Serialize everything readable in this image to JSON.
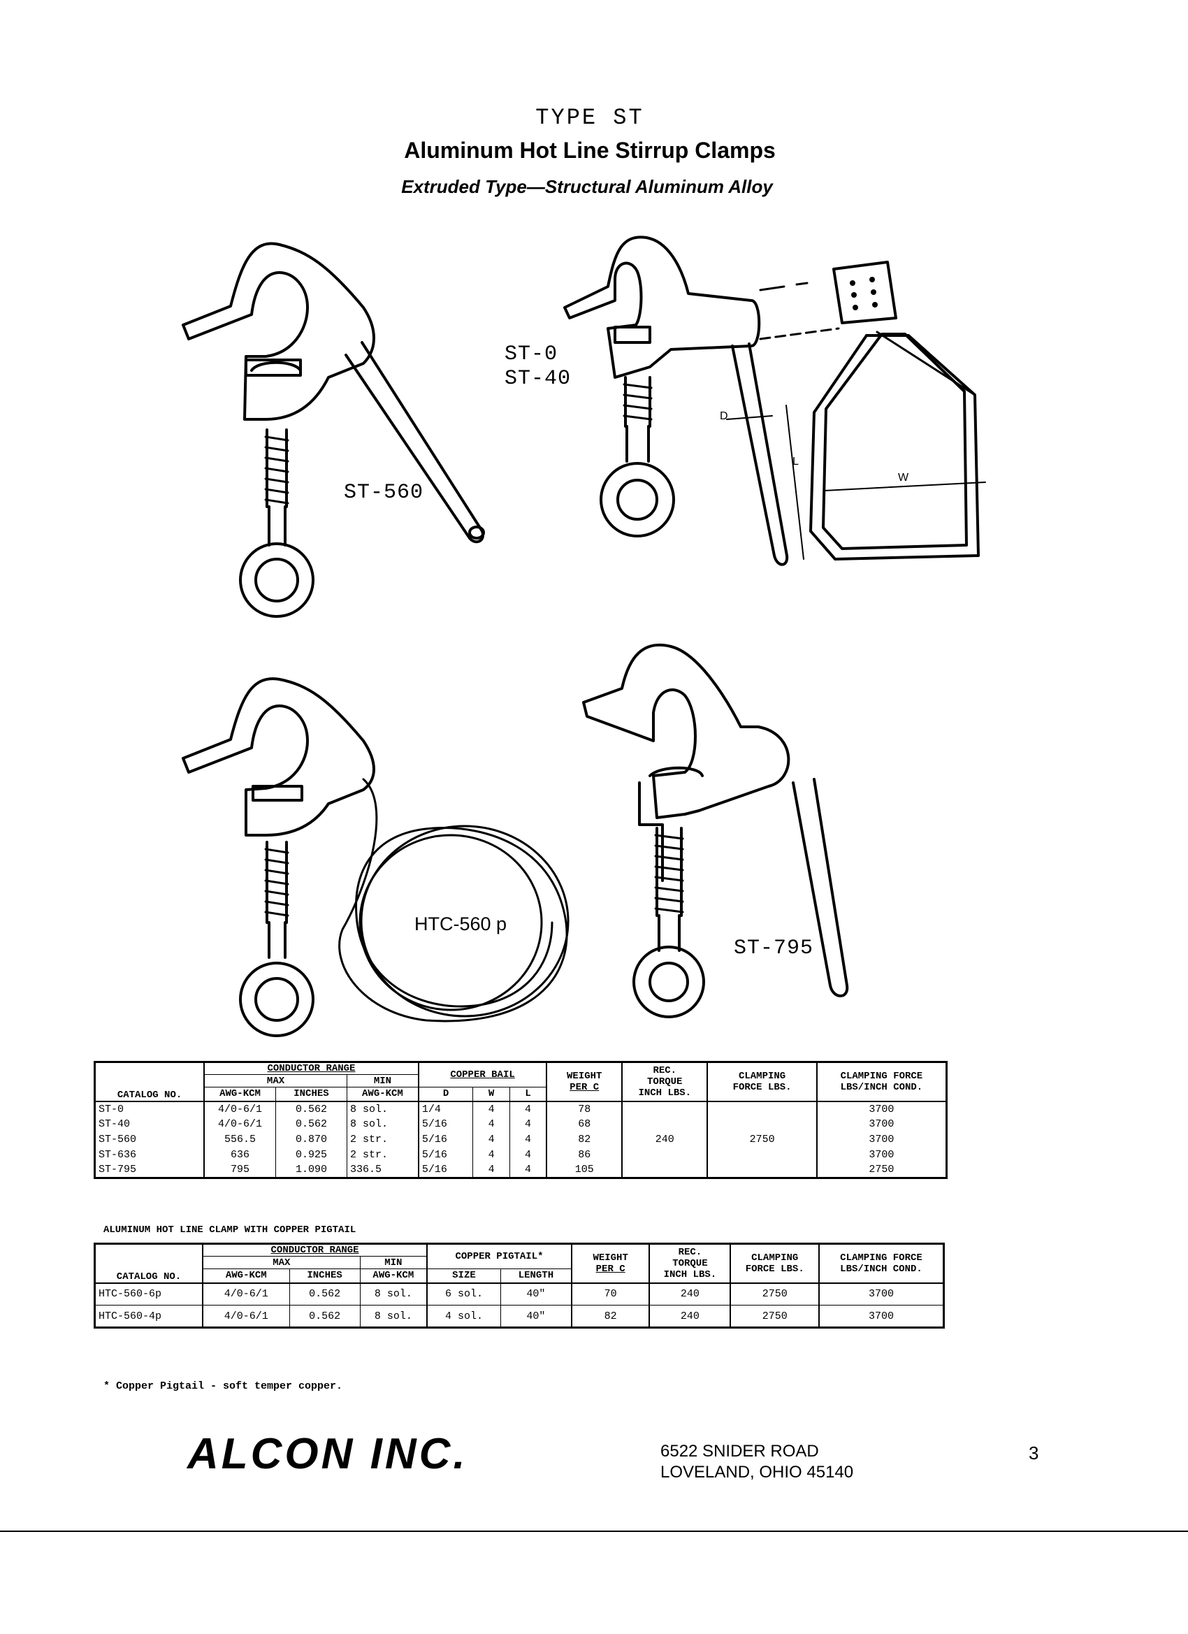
{
  "header": {
    "type_title": "TYPE   ST",
    "main_title": "Aluminum Hot Line Stirrup Clamps",
    "sub_title": "Extruded Type—Structural Aluminum Alloy"
  },
  "figures": {
    "st560": "ST-560",
    "st0": "ST-0",
    "st40": "ST-40",
    "htc": "HTC-560 p",
    "st795": "ST-795",
    "bail_dims": [
      "D",
      "L",
      "W"
    ]
  },
  "table1": {
    "col_catalog": "CATALOG NO.",
    "group_conductor": "CONDUCTOR RANGE",
    "sub_max": "MAX",
    "sub_min": "MIN",
    "col_awg": "AWG-KCM",
    "col_inches": "INCHES",
    "col_awg_min": "AWG-KCM",
    "group_bail": "COPPER BAIL",
    "col_d": "D",
    "col_w": "W",
    "col_l": "L",
    "col_weight_1": "WEIGHT",
    "col_weight_2": "PER  C",
    "col_torque_1": "REC.",
    "col_torque_2": "TORQUE",
    "col_torque_3": "INCH LBS.",
    "col_clamp_1": "CLAMPING",
    "col_clamp_2": "FORCE LBS.",
    "col_cf_1": "CLAMPING FORCE",
    "col_cf_2": "LBS/INCH COND.",
    "rows": [
      {
        "cat": "ST-0",
        "awg": "4/0-6/1",
        "inches": "0.562",
        "min": "8 sol.",
        "d": "1/4",
        "w": "4",
        "l": "4",
        "weight": "78",
        "cf": "3700"
      },
      {
        "cat": "ST-40",
        "awg": "4/0-6/1",
        "inches": "0.562",
        "min": "8 sol.",
        "d": "5/16",
        "w": "4",
        "l": "4",
        "weight": "68",
        "cf": "3700"
      },
      {
        "cat": "ST-560",
        "awg": "556.5",
        "inches": "0.870",
        "min": "2 str.",
        "d": "5/16",
        "w": "4",
        "l": "4",
        "weight": "82",
        "cf": "3700"
      },
      {
        "cat": "ST-636",
        "awg": "636",
        "inches": "0.925",
        "min": "2 str.",
        "d": "5/16",
        "w": "4",
        "l": "4",
        "weight": "86",
        "cf": "3700"
      },
      {
        "cat": "ST-795",
        "awg": "795",
        "inches": "1.090",
        "min": "336.5",
        "d": "5/16",
        "w": "4",
        "l": "4",
        "weight": "105",
        "cf": "2750"
      }
    ],
    "torque_shared": "240",
    "clamping_shared": "2750"
  },
  "table2": {
    "caption": "ALUMINUM HOT LINE CLAMP WITH COPPER PIGTAIL",
    "col_catalog": "CATALOG NO.",
    "group_conductor": "CONDUCTOR RANGE",
    "sub_max": "MAX",
    "sub_min": "MIN",
    "col_awg": "AWG-KCM",
    "col_inches": "INCHES",
    "col_awg_min": "AWG-KCM",
    "group_pigtail": "COPPER PIGTAIL*",
    "col_size": "SIZE",
    "col_length": "LENGTH",
    "col_weight_1": "WEIGHT",
    "col_weight_2": "PER  C",
    "col_torque_1": "REC.",
    "col_torque_2": "TORQUE",
    "col_torque_3": "INCH LBS.",
    "col_clamp_1": "CLAMPING",
    "col_clamp_2": "FORCE LBS.",
    "col_cf_1": "CLAMPING FORCE",
    "col_cf_2": "LBS/INCH COND.",
    "rows": [
      {
        "cat": "HTC-560-6p",
        "awg": "4/0-6/1",
        "inches": "0.562",
        "min": "8 sol.",
        "size": "6 sol.",
        "length": "40\"",
        "weight": "70",
        "torque": "240",
        "clamp": "2750",
        "cf": "3700"
      },
      {
        "cat": "HTC-560-4p",
        "awg": "4/0-6/1",
        "inches": "0.562",
        "min": "8 sol.",
        "size": "4 sol.",
        "length": "40\"",
        "weight": "82",
        "torque": "240",
        "clamp": "2750",
        "cf": "3700"
      }
    ]
  },
  "footnote": "* Copper Pigtail - soft temper copper.",
  "footer": {
    "company": "ALCON  INC.",
    "address_1": "6522 SNIDER ROAD",
    "address_2": "LOVELAND, OHIO 45140",
    "page_number": "3"
  }
}
